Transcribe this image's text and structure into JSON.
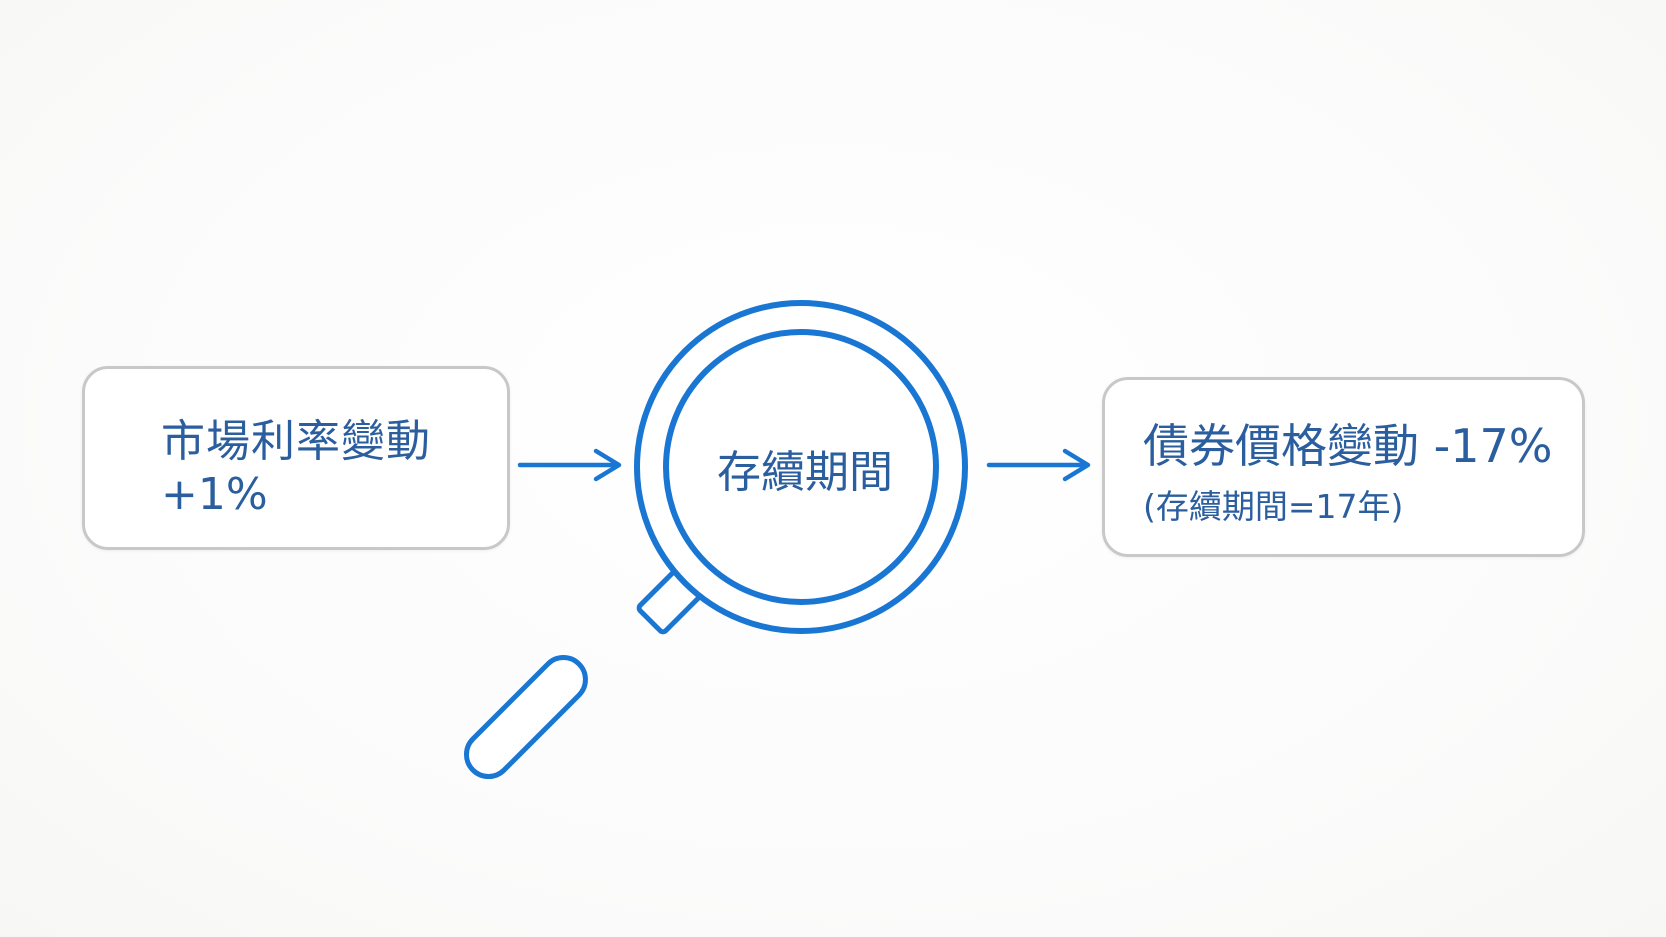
{
  "diagram": {
    "input_box": {
      "line1": "市場利率變動",
      "line2": "+1%"
    },
    "center": {
      "label": "存續期間",
      "icon": "magnifying-glass-icon"
    },
    "output_box": {
      "line1": "債券價格變動 -17%",
      "line2": "(存續期間=17年)"
    },
    "colors": {
      "accent": "#1976d2",
      "text": "#2b5e9e",
      "box_border": "#c8c8c8",
      "background": "#fdfdfd"
    }
  }
}
